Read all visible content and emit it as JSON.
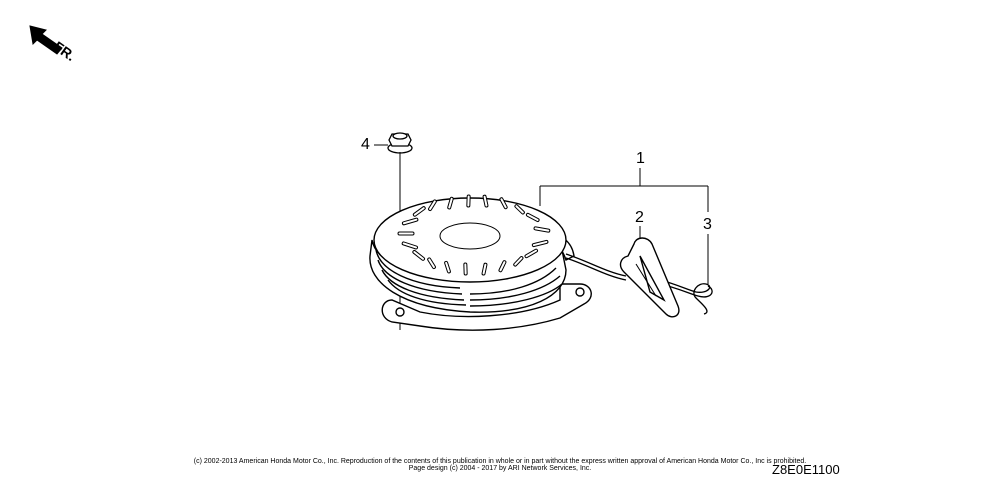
{
  "front_label": "FR.",
  "callouts": {
    "c1": "1",
    "c2": "2",
    "c3": "3",
    "c4": "4"
  },
  "footer": {
    "copyright_line1": "(c) 2002-2013 American Honda Motor Co., Inc. Reproduction of the contents of this publication in whole or in part without the express written approval of American Honda Motor Co., Inc is prohibited.",
    "copyright_line2": "Page design (c) 2004 - 2017 by ARI Network Services, Inc.",
    "diagram_code": "Z8E0E1100"
  }
}
